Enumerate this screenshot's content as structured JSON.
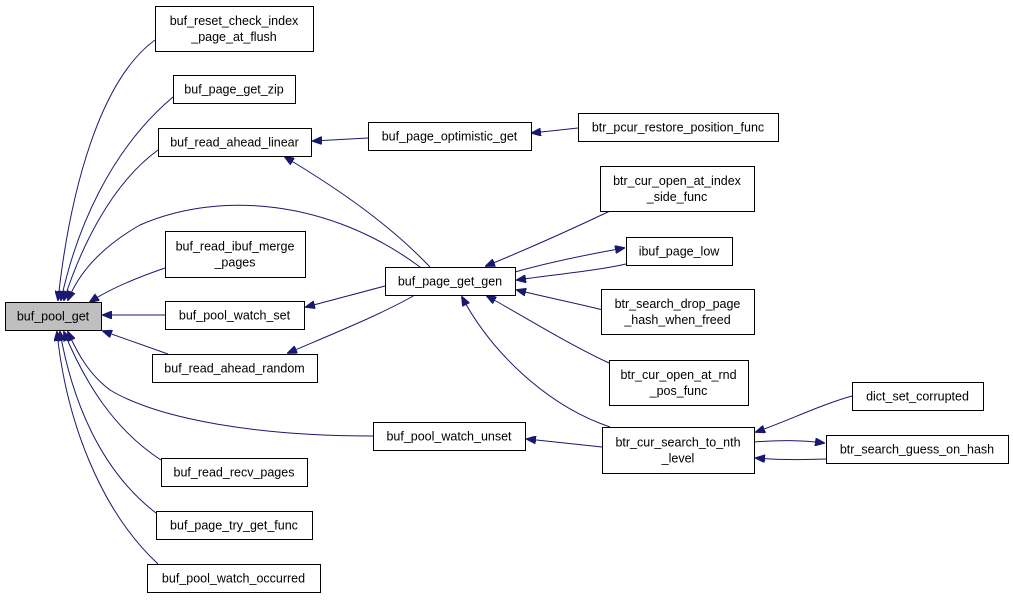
{
  "graph": {
    "node_color_root": "#bfbfbf",
    "node_color": "#ffffff",
    "edge_color": "#191970",
    "nodes": [
      {
        "id": "buf_pool_get",
        "lines": [
          "buf_pool_get"
        ],
        "root": true
      },
      {
        "id": "buf_reset_check_index_page_at_flush",
        "lines": [
          "buf_reset_check_index",
          "_page_at_flush"
        ]
      },
      {
        "id": "buf_page_get_zip",
        "lines": [
          "buf_page_get_zip"
        ]
      },
      {
        "id": "buf_read_ahead_linear",
        "lines": [
          "buf_read_ahead_linear"
        ]
      },
      {
        "id": "buf_read_ibuf_merge_pages",
        "lines": [
          "buf_read_ibuf_merge",
          "_pages"
        ]
      },
      {
        "id": "buf_pool_watch_set",
        "lines": [
          "buf_pool_watch_set"
        ]
      },
      {
        "id": "buf_read_ahead_random",
        "lines": [
          "buf_read_ahead_random"
        ]
      },
      {
        "id": "buf_read_recv_pages",
        "lines": [
          "buf_read_recv_pages"
        ]
      },
      {
        "id": "buf_page_try_get_func",
        "lines": [
          "buf_page_try_get_func"
        ]
      },
      {
        "id": "buf_pool_watch_occurred",
        "lines": [
          "buf_pool_watch_occurred"
        ]
      },
      {
        "id": "buf_page_optimistic_get",
        "lines": [
          "buf_page_optimistic_get"
        ]
      },
      {
        "id": "btr_pcur_restore_position_func",
        "lines": [
          "btr_pcur_restore_position_func"
        ]
      },
      {
        "id": "buf_page_get_gen",
        "lines": [
          "buf_page_get_gen"
        ]
      },
      {
        "id": "btr_cur_open_at_index_side_func",
        "lines": [
          "btr_cur_open_at_index",
          "_side_func"
        ]
      },
      {
        "id": "ibuf_page_low",
        "lines": [
          "ibuf_page_low"
        ]
      },
      {
        "id": "btr_search_drop_page_hash_when_freed",
        "lines": [
          "btr_search_drop_page",
          "_hash_when_freed"
        ]
      },
      {
        "id": "btr_cur_open_at_rnd_pos_func",
        "lines": [
          "btr_cur_open_at_rnd",
          "_pos_func"
        ]
      },
      {
        "id": "buf_pool_watch_unset",
        "lines": [
          "buf_pool_watch_unset"
        ]
      },
      {
        "id": "btr_cur_search_to_nth_level",
        "lines": [
          "btr_cur_search_to_nth",
          "_level"
        ]
      },
      {
        "id": "dict_set_corrupted",
        "lines": [
          "dict_set_corrupted"
        ]
      },
      {
        "id": "btr_search_guess_on_hash",
        "lines": [
          "btr_search_guess_on_hash"
        ]
      }
    ],
    "edges": [
      {
        "from": "buf_reset_check_index_page_at_flush",
        "to": "buf_pool_get"
      },
      {
        "from": "buf_page_get_zip",
        "to": "buf_pool_get"
      },
      {
        "from": "buf_read_ahead_linear",
        "to": "buf_pool_get"
      },
      {
        "from": "buf_page_get_gen",
        "to": "buf_pool_get"
      },
      {
        "from": "buf_read_ibuf_merge_pages",
        "to": "buf_pool_get"
      },
      {
        "from": "buf_pool_watch_set",
        "to": "buf_pool_get"
      },
      {
        "from": "buf_read_ahead_random",
        "to": "buf_pool_get"
      },
      {
        "from": "buf_pool_watch_unset",
        "to": "buf_pool_get"
      },
      {
        "from": "buf_read_recv_pages",
        "to": "buf_pool_get"
      },
      {
        "from": "buf_page_try_get_func",
        "to": "buf_pool_get"
      },
      {
        "from": "buf_pool_watch_occurred",
        "to": "buf_pool_get"
      },
      {
        "from": "buf_page_optimistic_get",
        "to": "buf_read_ahead_linear"
      },
      {
        "from": "buf_page_get_gen",
        "to": "buf_read_ahead_linear"
      },
      {
        "from": "btr_pcur_restore_position_func",
        "to": "buf_page_optimistic_get"
      },
      {
        "from": "buf_page_get_gen",
        "to": "buf_pool_watch_set"
      },
      {
        "from": "buf_page_get_gen",
        "to": "buf_read_ahead_random"
      },
      {
        "from": "btr_cur_open_at_index_side_func",
        "to": "buf_page_get_gen"
      },
      {
        "from": "buf_page_get_gen",
        "to": "ibuf_page_low"
      },
      {
        "from": "ibuf_page_low",
        "to": "buf_page_get_gen"
      },
      {
        "from": "btr_search_drop_page_hash_when_freed",
        "to": "buf_page_get_gen"
      },
      {
        "from": "btr_cur_open_at_rnd_pos_func",
        "to": "buf_page_get_gen"
      },
      {
        "from": "btr_cur_search_to_nth_level",
        "to": "buf_page_get_gen"
      },
      {
        "from": "btr_cur_search_to_nth_level",
        "to": "buf_pool_watch_unset"
      },
      {
        "from": "dict_set_corrupted",
        "to": "btr_cur_search_to_nth_level"
      },
      {
        "from": "btr_cur_search_to_nth_level",
        "to": "btr_search_guess_on_hash"
      },
      {
        "from": "btr_search_guess_on_hash",
        "to": "btr_cur_search_to_nth_level"
      }
    ]
  }
}
